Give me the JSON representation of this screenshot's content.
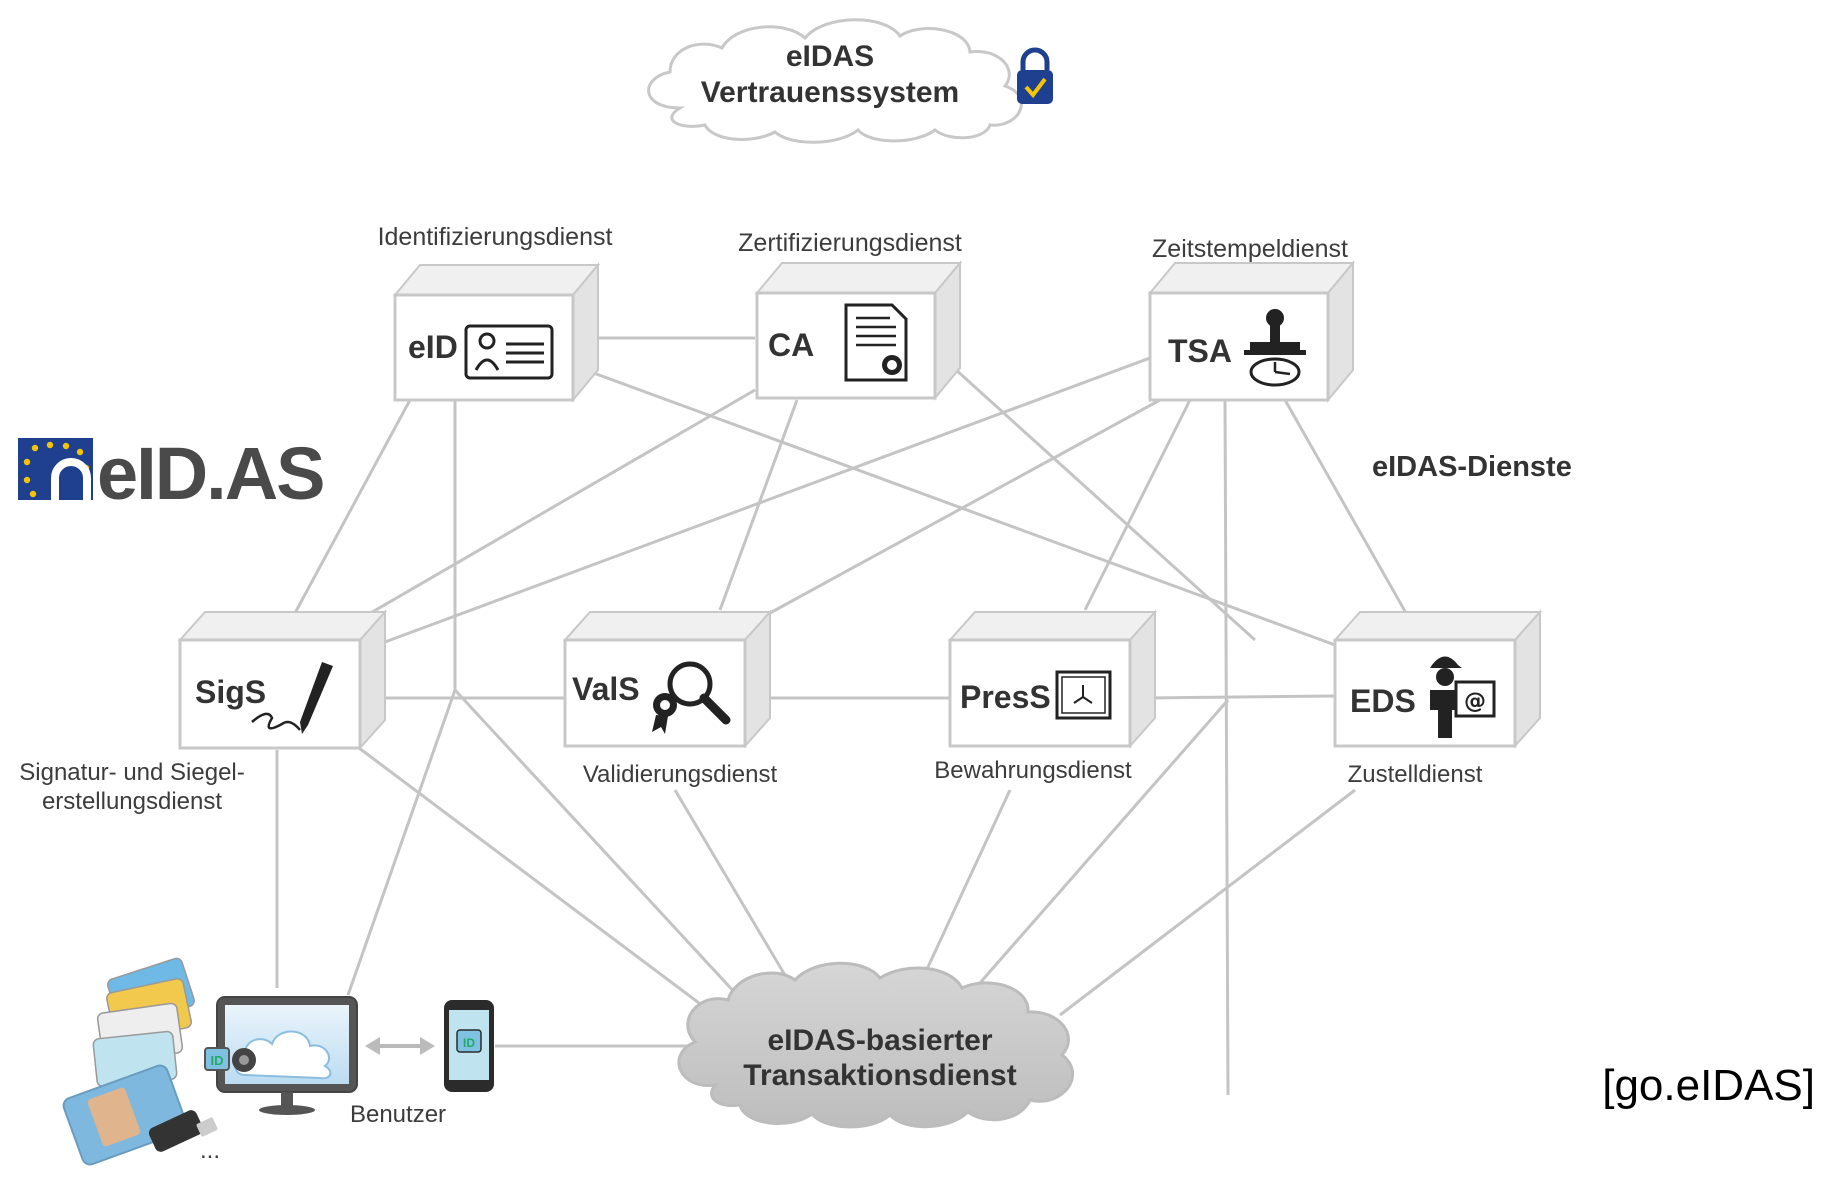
{
  "top_cloud": {
    "line1": "eIDAS",
    "line2": "Vertrauenssystem",
    "icon": "padlock-checkmark-icon"
  },
  "logo": {
    "text": "eID.AS",
    "icon": "eu-stars-padlock-icon"
  },
  "services_heading": "eIDAS-Dienste",
  "services": {
    "eid": {
      "title": "eID",
      "caption": "Identifizierungsdienst",
      "icon": "id-card-icon"
    },
    "ca": {
      "title": "CA",
      "caption": "Zertifizierungsdienst",
      "icon": "certificate-icon"
    },
    "tsa": {
      "title": "TSA",
      "caption": "Zeitstempeldienst",
      "icon": "stamp-clock-icon"
    },
    "sigs": {
      "title": "SigS",
      "caption_line1": "Signatur- und Siegel-",
      "caption_line2": "erstellungsdienst",
      "icon": "pen-signature-icon"
    },
    "vals": {
      "title": "ValS",
      "caption": "Validierungsdienst",
      "icon": "magnifier-seal-icon"
    },
    "press": {
      "title": "PresS",
      "caption": "Bewahrungsdienst",
      "icon": "safe-icon"
    },
    "eds": {
      "title": "EDS",
      "caption": "Zustelldienst",
      "icon": "courier-email-icon"
    }
  },
  "bottom_cloud": {
    "line1": "eIDAS-basierter",
    "line2": "Transaktionsdienst"
  },
  "user": {
    "label": "Benutzer",
    "cards_more": "...",
    "icons": [
      "id-cards-icon",
      "computer-cloud-icon",
      "smartphone-id-icon",
      "double-arrow-icon"
    ]
  },
  "source": "[go.eIDAS]",
  "colors": {
    "line": "#c4c4c4",
    "box_face": "#ffffff",
    "box_side": "#e6e6e6",
    "eu_blue": "#1f3f8f",
    "eu_gold": "#f6c400"
  }
}
